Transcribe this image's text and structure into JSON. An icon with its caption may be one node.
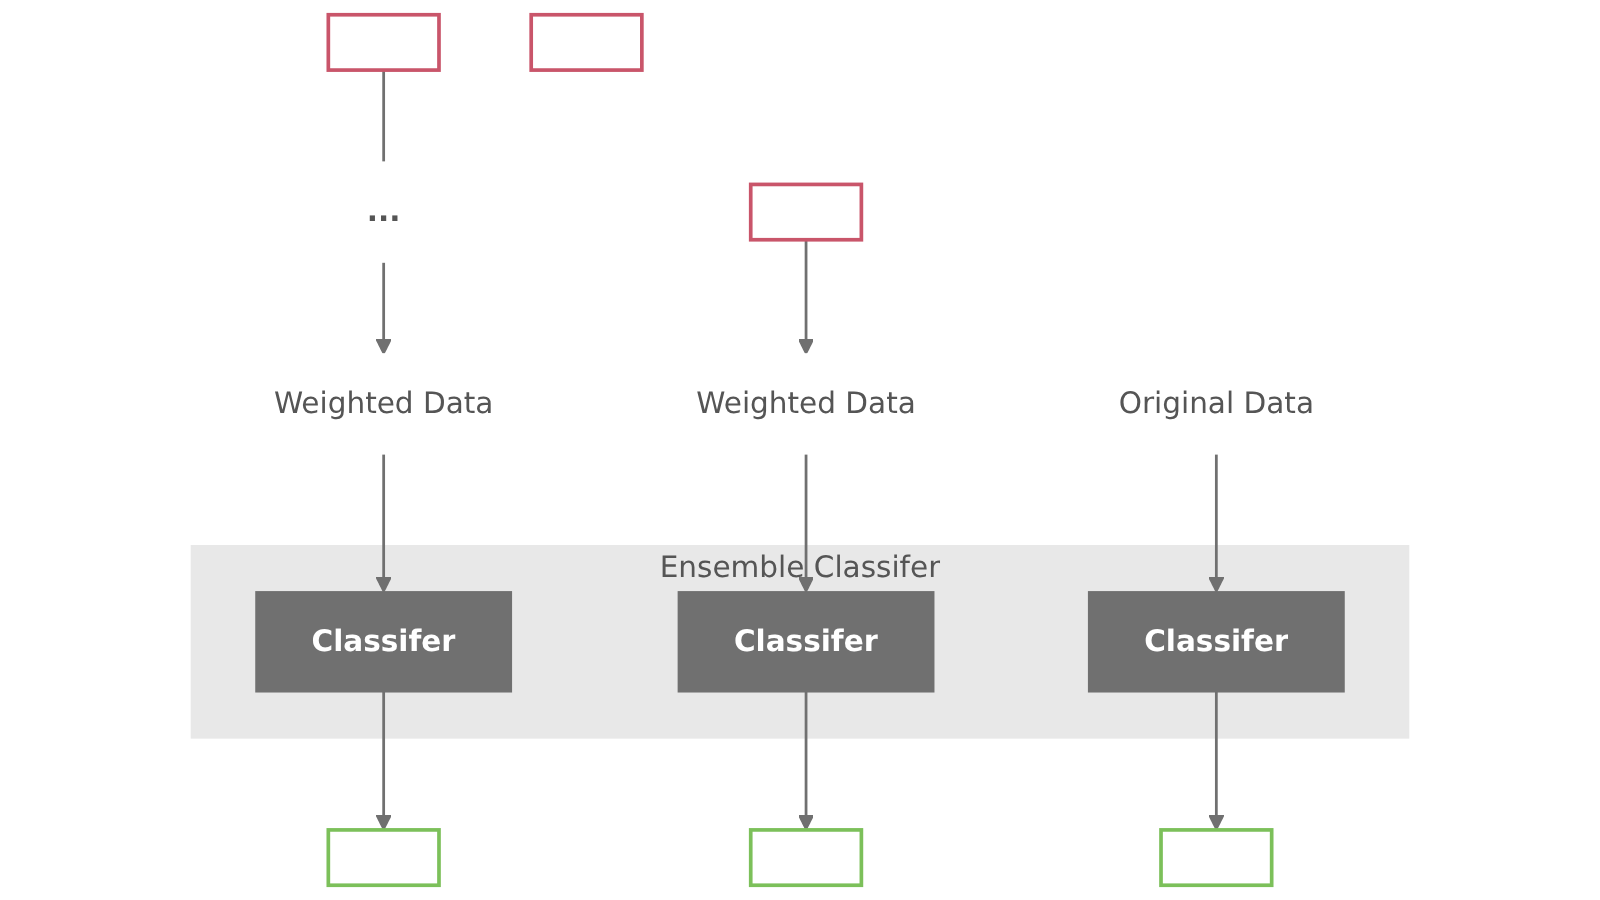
{
  "diagram": {
    "nodes": [
      {
        "text": [
          "Original Data"
        ]
      },
      {
        "text": [
          "Weighted Data"
        ]
      },
      {
        "text": [
          "Weighted Data"
        ]
      },
      {
        "text": [
          "Ensemble Classifer"
        ]
      },
      {
        "text": [
          "Classifer"
        ],
        "in": 3
      },
      {
        "text": [
          "Classifer"
        ],
        "in": 3
      },
      {
        "text": [
          "Classifer"
        ],
        "in": 3
      },
      {
        "text": [],
        "shape": "box"
      },
      {
        "text": [],
        "shape": "box"
      },
      {
        "text": [
          "..."
        ]
      },
      {
        "text": [],
        "shape": "box"
      },
      {
        "text": [],
        "shape": "box"
      },
      {
        "text": [],
        "shape": "box"
      },
      {
        "text": [],
        "shape": "box"
      }
    ],
    "edges": [
      {
        "from": 0,
        "to": 4,
        "arrow": "to"
      },
      {
        "from": 4,
        "to": 7,
        "arrow": "to"
      },
      {
        "from": 11,
        "to": 1,
        "arrow": "to"
      },
      {
        "from": 1,
        "to": 5,
        "arrow": "to"
      },
      {
        "from": 5,
        "to": 8,
        "arrow": "to"
      },
      {
        "from": 12,
        "to": 9,
        "arrow": "none"
      },
      {
        "from": 9,
        "to": 2,
        "arrow": "to"
      },
      {
        "from": 2,
        "to": 6,
        "arrow": "to"
      },
      {
        "from": 6,
        "to": 10,
        "arrow": "to"
      }
    ]
  }
}
